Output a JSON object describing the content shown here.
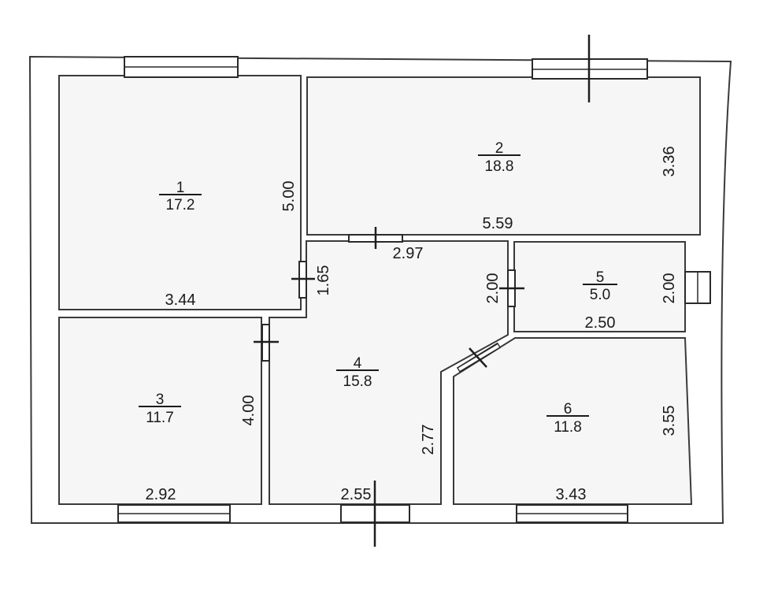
{
  "rooms": [
    {
      "number": "1",
      "area": "17.2"
    },
    {
      "number": "2",
      "area": "18.8"
    },
    {
      "number": "3",
      "area": "11.7"
    },
    {
      "number": "4",
      "area": "15.8"
    },
    {
      "number": "5",
      "area": "5.0"
    },
    {
      "number": "6",
      "area": "11.8"
    }
  ],
  "dimensions": {
    "room1_height": "5.00",
    "room1_width": "3.44",
    "room2_height": "3.36",
    "room2_width": "5.59",
    "room3_height": "4.00",
    "room3_width": "2.92",
    "room4_top": "2.97",
    "room4_left_height": "1.65",
    "room4_right_height": "2.77",
    "room4_width": "2.55",
    "room5_left_height": "2.00",
    "room5_right_height": "2.00",
    "room5_width": "2.50",
    "room6_height": "3.55",
    "room6_width": "3.43"
  }
}
